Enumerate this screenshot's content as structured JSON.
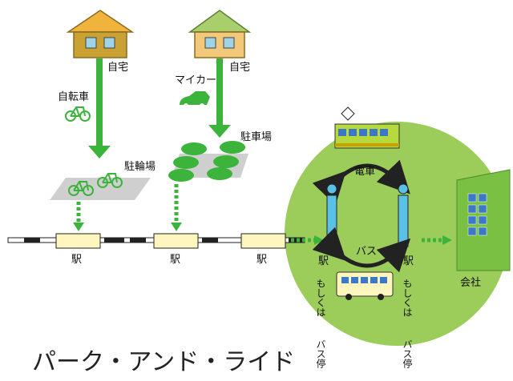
{
  "title": "パーク・アンド・ライド",
  "homes": [
    {
      "label": "自宅",
      "mode": "自転車",
      "parking": "駐輪場"
    },
    {
      "label": "自宅",
      "mode": "マイカー",
      "parking": "駐車場"
    }
  ],
  "stations": [
    "駅",
    "駅",
    "駅"
  ],
  "circle": {
    "train": "電車",
    "bus": "バス",
    "left_station": "駅",
    "right_station": "駅",
    "or_note": "もしくは",
    "bus_stop": "バス停"
  },
  "company": "会社",
  "colors": {
    "green": "#3cb43c",
    "dark_green": "#2f8f2f",
    "circle": "#9ccc5a",
    "house1_body": "#c9a233",
    "house1_roof": "#f0b43c",
    "house2_body": "#f2c97a",
    "house2_roof": "#a8cf6b",
    "station_box": "#fff5bf",
    "person": "#5bc0e6",
    "building": "#7ac143",
    "window": "#3c78c8"
  }
}
